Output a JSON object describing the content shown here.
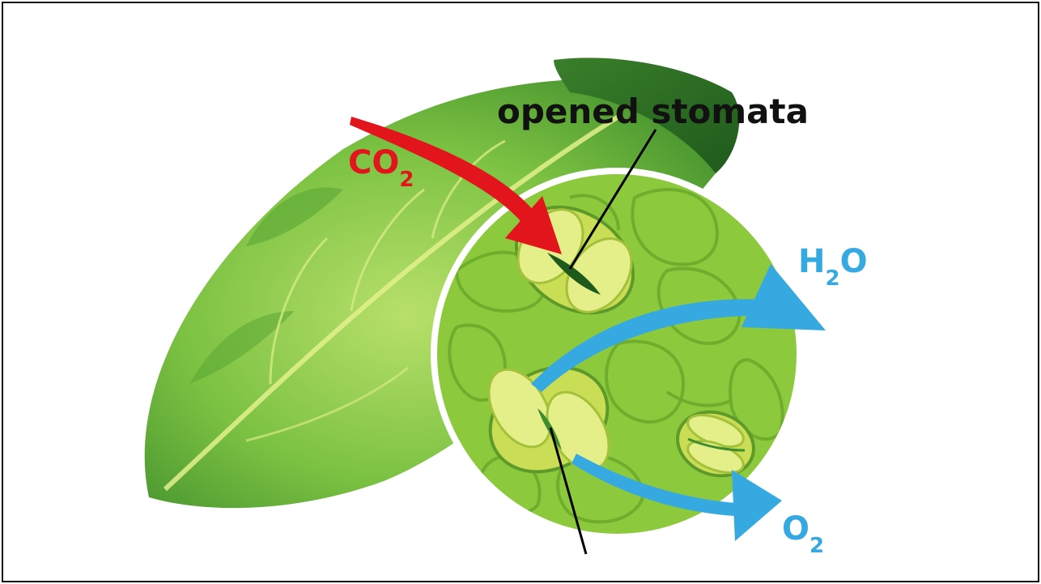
{
  "labels": {
    "title": "opened stomata",
    "co2_main": "CO",
    "co2_sub": "2",
    "h2o_h": "H",
    "h2o_sub": "2",
    "h2o_o": "O",
    "o2_main": "O",
    "o2_sub": "2"
  },
  "colors": {
    "co2_arrow": "#e3151c",
    "h2o_arrow": "#36a9e1",
    "o2_arrow": "#36a9e1",
    "leaf_light": "#8ed04a",
    "leaf_dark": "#3f8d2c",
    "circle_fill": "#8cc93c",
    "guard_cell": "#d6e86a"
  }
}
